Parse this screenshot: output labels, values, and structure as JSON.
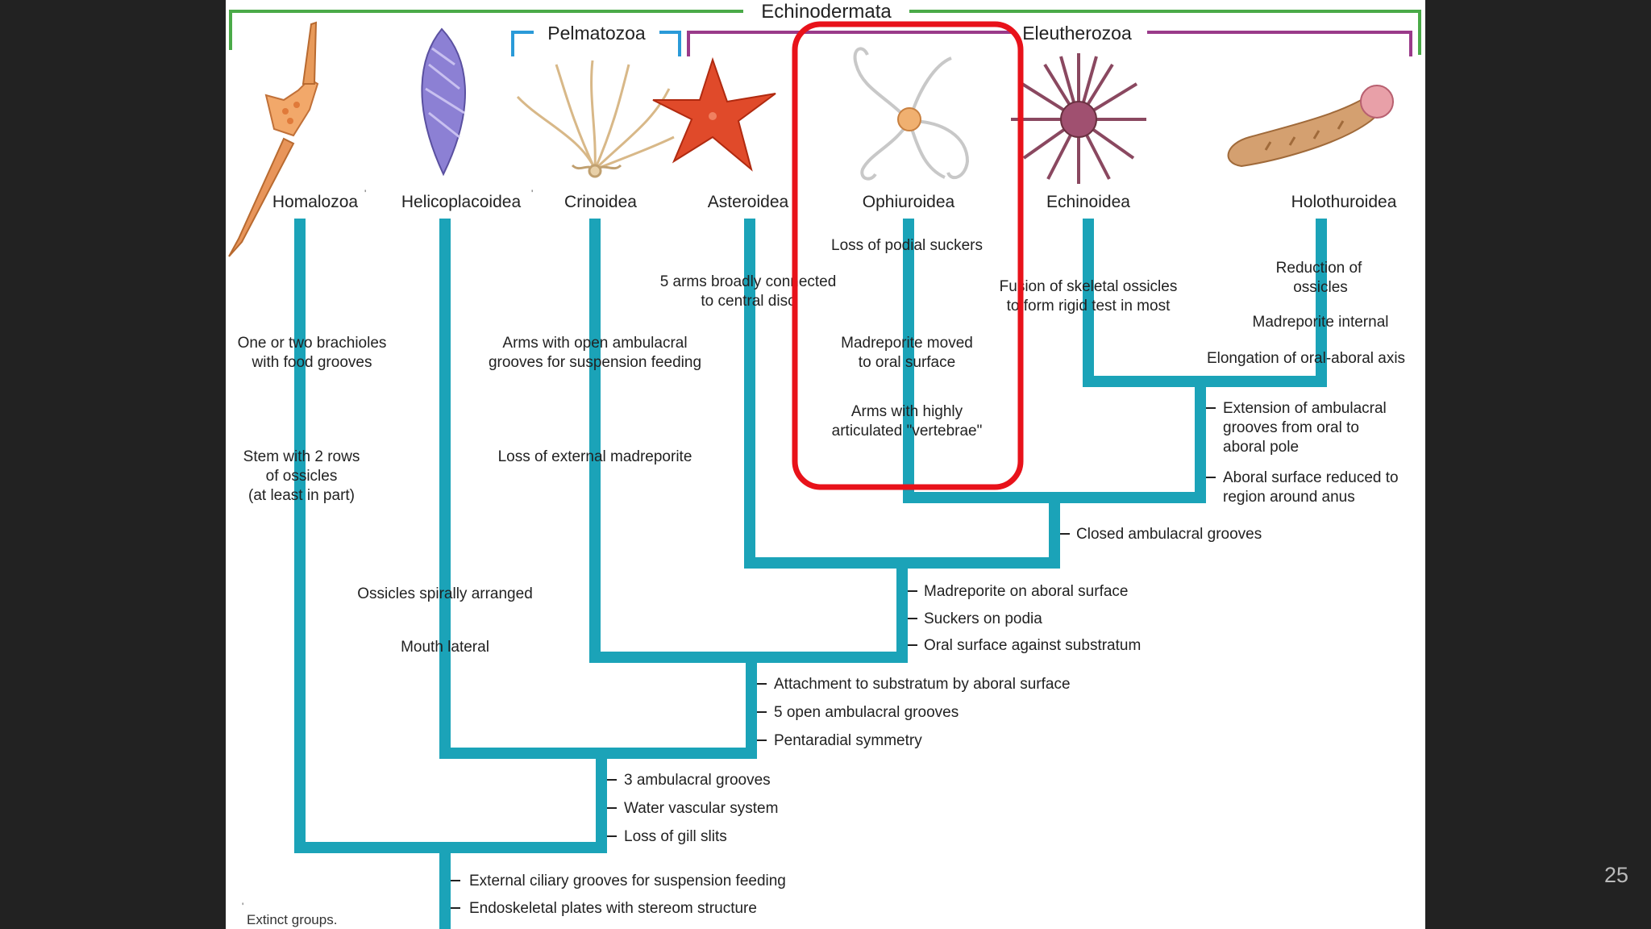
{
  "slide": {
    "page_number": "25"
  },
  "clades": {
    "echinodermata": "Echinodermata",
    "pelmatozoa": "Pelmatozoa",
    "eleutherozoa": "Eleutherozoa"
  },
  "taxa": [
    {
      "name": "Homalozoa",
      "extinct": true
    },
    {
      "name": "Helicoplacoidea",
      "extinct": true
    },
    {
      "name": "Crinoidea",
      "extinct": false
    },
    {
      "name": "Asteroidea",
      "extinct": false
    },
    {
      "name": "Ophiuroidea",
      "extinct": false
    },
    {
      "name": "Echinoidea",
      "extinct": false
    },
    {
      "name": "Holothuroidea",
      "extinct": false
    }
  ],
  "characters": {
    "homalozoa": [
      "One or two brachioles",
      "with food grooves",
      "Stem with 2 rows",
      "of ossicles",
      "(at least in part)"
    ],
    "helicoplacoidea": [
      "Ossicles spirally arranged",
      "Mouth lateral"
    ],
    "crinoidea": [
      "Arms with open ambulacral",
      "grooves for suspension feeding",
      "Loss of external madreporite"
    ],
    "asteroidea": [
      "5 arms broadly connected",
      "to central disc"
    ],
    "ophiuroidea": [
      "Loss of podial suckers",
      "Madreporite moved",
      "to oral surface",
      "Arms with highly",
      "articulated \"vertebrae\""
    ],
    "echinoidea": [
      "Fusion of skeletal ossicles",
      "to form rigid test in most"
    ],
    "holothuroidea": [
      "Reduction of",
      "ossicles",
      "Madreporite internal",
      "Elongation of oral-aboral axis"
    ],
    "echinoid_holothuroid": [
      "Extension of ambulacral",
      "grooves from oral to",
      "aboral pole",
      "Aboral surface reduced to",
      "region around anus"
    ],
    "ophiuroid_echinoid_holothuroid": [
      "Closed ambulacral grooves"
    ],
    "eleutherozoa": [
      "Madreporite on aboral surface",
      "Suckers on podia",
      "Oral surface against substratum"
    ],
    "pentaradiata": [
      "Attachment to substratum by aboral surface",
      "5 open ambulacral grooves",
      "Pentaradial symmetry"
    ],
    "ambulacraria": [
      "3 ambulacral grooves",
      "Water vascular system",
      "Loss of gill slits"
    ],
    "root": [
      "External ciliary grooves for suspension feeding",
      "Endoskeletal plates with stereom structure"
    ]
  },
  "footnote": "Extinct groups.",
  "colors": {
    "branch": "#1ba3b8",
    "echinodermata_bracket": "#4aaa48",
    "pelmatozoa_bracket": "#2a9ad8",
    "eleutherozoa_bracket": "#9a3a8a",
    "highlight": "#e8121a"
  },
  "icons": [
    "homalozoan-fossil-icon",
    "helicoplacoid-icon",
    "crinoid-icon",
    "sea-star-icon",
    "brittle-star-icon",
    "sea-urchin-icon",
    "sea-cucumber-icon"
  ]
}
